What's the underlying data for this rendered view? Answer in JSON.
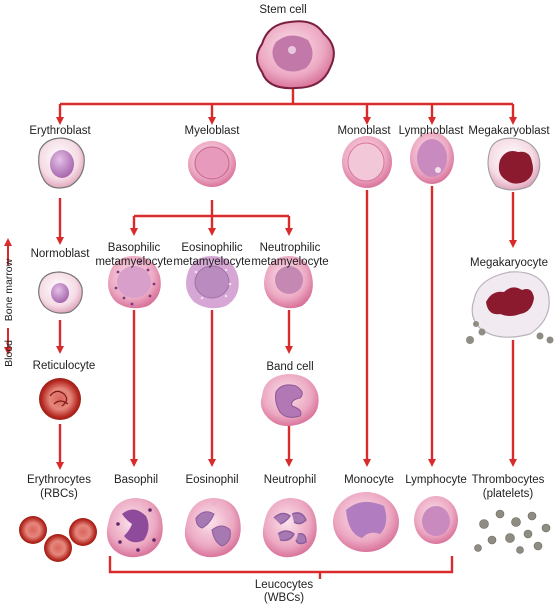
{
  "diagram": {
    "labels": {
      "stem_cell": "Stem cell",
      "erythroblast": "Erythroblast",
      "myeloblast": "Myeloblast",
      "monoblast": "Monoblast",
      "lymphoblast": "Lymphoblast",
      "megakaryoblast": "Megakaryoblast",
      "normoblast": "Normoblast",
      "basophilic_meta_1": "Basophilic",
      "basophilic_meta_2": "metamyelocyte",
      "eosinophilic_meta_1": "Eosinophilic",
      "eosinophilic_meta_2": "metamyelocyte",
      "neutrophilic_meta_1": "Neutrophilic",
      "neutrophilic_meta_2": "metamyelocyte",
      "megakaryocyte": "Megakaryocyte",
      "reticulocyte": "Reticulocyte",
      "band_cell": "Band cell",
      "erythrocytes_1": "Erythrocytes",
      "erythrocytes_2": "(RBCs)",
      "basophil": "Basophil",
      "eosinophil": "Eosinophil",
      "neutrophil": "Neutrophil",
      "monocyte": "Monocyte",
      "lymphocyte": "Lymphocyte",
      "thrombocytes_1": "Thrombocytes",
      "thrombocytes_2": "(platelets)",
      "leucocytes_1": "Leucocytes",
      "leucocytes_2": "(WBCs)"
    },
    "side_axis": {
      "blood": "Blood",
      "bone_marrow": "Bone marrow"
    },
    "colors": {
      "arrow": "#d92b2b",
      "cell_pink": "#e89ab8",
      "cell_light": "#f4d3df",
      "nucleus_purple": "#9a4f9e",
      "nucleus_dark": "#7b1f3f",
      "rbc_red": "#b82a24",
      "platelet_gray": "#8f8c84"
    }
  }
}
